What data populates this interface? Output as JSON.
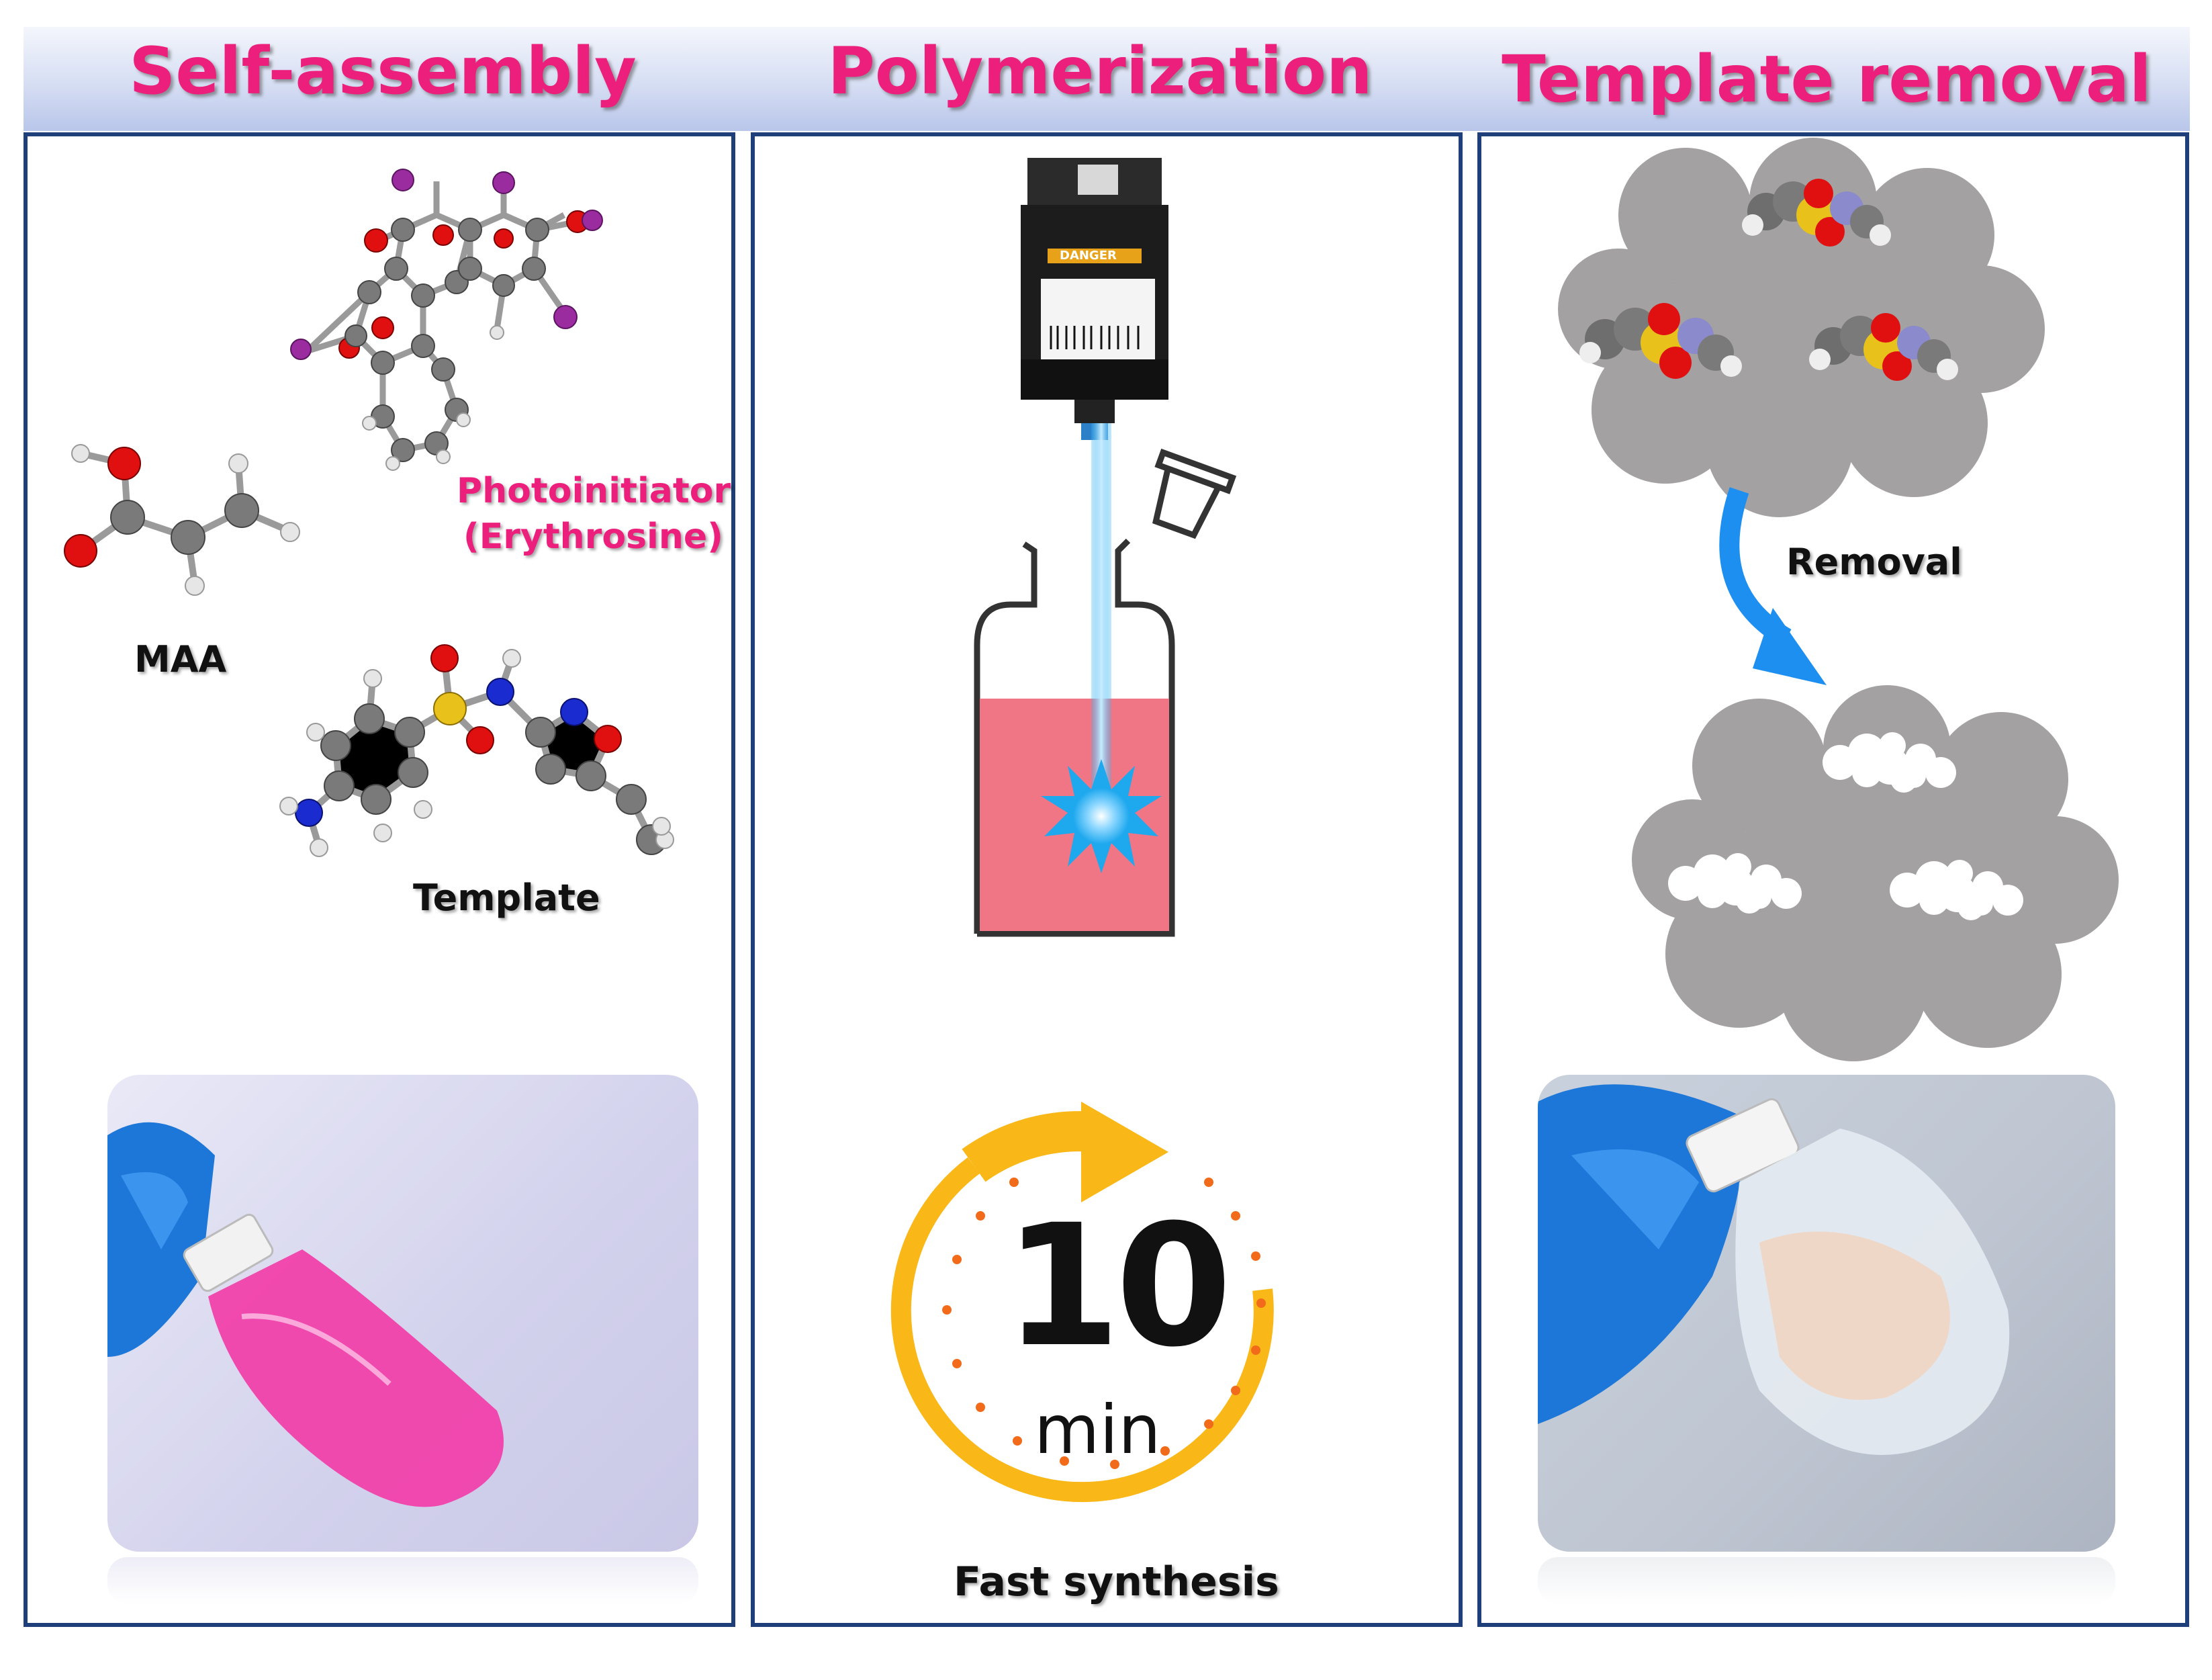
{
  "titles": {
    "left": "Self-assembly",
    "middle": "Polymerization",
    "right": "Template removal"
  },
  "left_panel": {
    "photoinitiator_label": "Photoinitiator",
    "photoinitiator_name": "(Erythrosine)",
    "maa_label": "MAA",
    "template_label": "Template",
    "atom_colors": {
      "carbon": "#7a7a7a",
      "oxygen": "#e01010",
      "hydrogen": "#e6e6e6",
      "iodine": "#9b2ca0",
      "nitrogen": "#1a2bd0",
      "sulfur": "#e8c21a"
    },
    "photo_solution_color": "#f23da8"
  },
  "middle_panel": {
    "laser_label_text": "DANGER",
    "beam_color": "#38b3f2",
    "solution_color": "#f07585",
    "timer_number": "10",
    "timer_unit": "min",
    "caption": "Fast synthesis",
    "timer_color": "#f9b718"
  },
  "right_panel": {
    "arrow_label": "Removal",
    "cloud_color": "#a3a1a1",
    "arrow_color": "#1c8ff0",
    "photo_solution_color": "#efd6c4"
  }
}
